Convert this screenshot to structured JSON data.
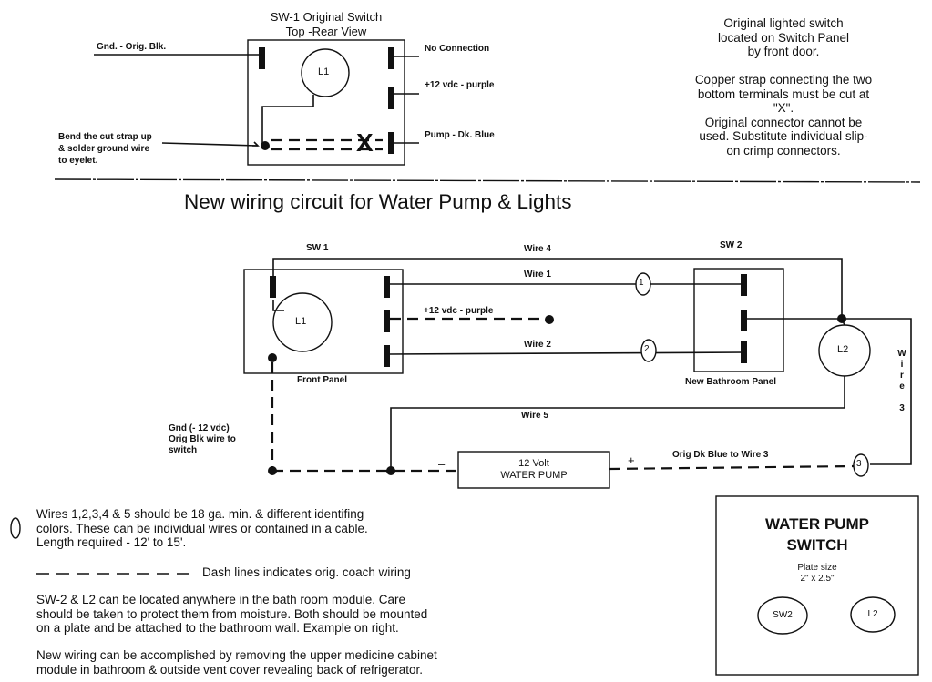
{
  "top": {
    "sw1_title": "SW-1  Original Switch",
    "sw1_subtitle": "Top -Rear View",
    "gnd_label": "Gnd. - Orig. Blk.",
    "no_connection": "No Connection",
    "plus12_label": "+12 vdc - purple",
    "pump_label": "Pump - Dk. Blue",
    "l1": "L1",
    "x_mark": "X",
    "bend_note": [
      "Bend the cut strap up",
      "& solder ground wire",
      "to eyelet."
    ],
    "right_note": [
      "Original lighted switch",
      "located on Switch Panel",
      "by front door.",
      "",
      "Copper strap connecting the two",
      "bottom terminals must be cut at",
      "\"X\".",
      "Original connector cannot be",
      "used.  Substitute individual slip-",
      "on crimp connectors."
    ]
  },
  "heading": "New wiring circuit for Water Pump & Lights",
  "circuit": {
    "sw1": "SW 1",
    "sw2": "SW 2",
    "wire4": "Wire 4",
    "wire1": "Wire 1",
    "wire2": "Wire 2",
    "wire5": "Wire 5",
    "plus12": "+12 vdc - purple",
    "front_panel": "Front Panel",
    "bath_panel": "New Bathroom Panel",
    "l1": "L1",
    "l2": "L2",
    "gnd_note": [
      "Gnd (- 12 vdc)",
      "Orig Blk wire to",
      "switch"
    ],
    "pump": [
      "12 Volt",
      "WATER PUMP"
    ],
    "minus": "–",
    "plus": "+",
    "orig_dk_blue": "Orig Dk Blue to Wire 3",
    "wire3_vertical": [
      "W",
      "i",
      "r",
      "e",
      "",
      "3"
    ],
    "markers": [
      "1",
      "2",
      "3"
    ]
  },
  "notes": {
    "wires_note": [
      "Wires 1,2,3,4 & 5  should be 18 ga. min. & different  identifing",
      "colors. These can be individual wires or contained in a cable.",
      "Length required - 12' to 15'."
    ],
    "dash_legend": "Dash lines indicates orig. coach wiring",
    "sw2_note": [
      "SW-2 & L2 can be located anywhere in the bath room module.  Care",
      "should be taken to protect them from moisture.  Both should be mounted",
      "on a plate and be attached to the bathroom wall.  Example on right."
    ],
    "new_wiring_note": [
      "New wiring can be accomplished by removing the upper medicine cabinet",
      "module in bathroom & outside vent cover revealing back of refrigerator."
    ]
  },
  "plate": {
    "title_line1": "WATER PUMP",
    "title_line2": "SWITCH",
    "size_label": "Plate size",
    "size_value": "2\" x 2.5\"",
    "sw2": "SW2",
    "l2": "L2"
  }
}
